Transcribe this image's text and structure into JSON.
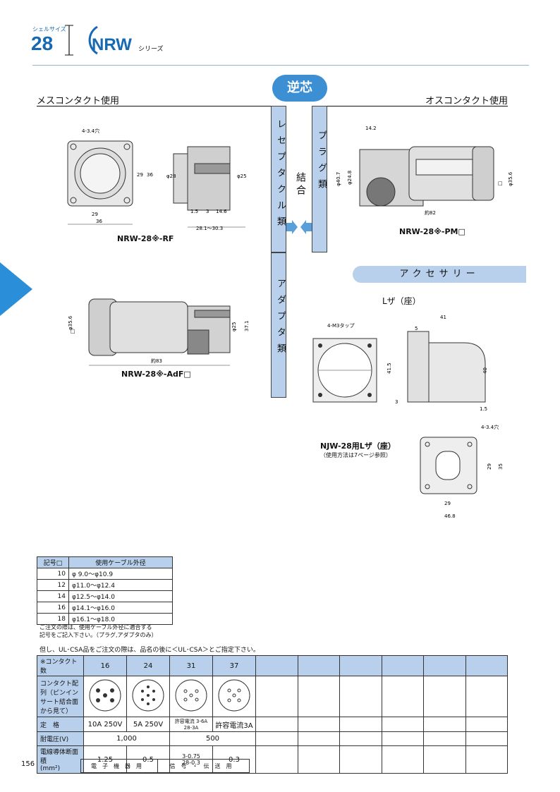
{
  "header": {
    "shell_label": "シェルサイズ",
    "shell_size": "28",
    "series_name": "NRW",
    "series_suffix": "シリーズ"
  },
  "pill_label": "逆芯",
  "section_left": "メスコンタクト使用",
  "section_right": "オスコンタクト使用",
  "vbar_receptacle": "レセプタクル類",
  "vbar_adapter": "アダプタ類",
  "vbar_plug": "プラグ類",
  "coupling": "結合",
  "accessory_title": "アクセサリー",
  "rf": {
    "title": "NRW-28※-RF",
    "dims": [
      "4-3.4穴",
      "29",
      "36",
      "29",
      "36",
      "φ28",
      "φ25",
      "1.5",
      "3",
      "14.6",
      "28.1～30.3"
    ]
  },
  "pm": {
    "title": "NRW-28※-PM□",
    "dims": [
      "14.2",
      "φ40.7",
      "φ24.8",
      "約82",
      "φ35.6",
      "□"
    ]
  },
  "adf": {
    "title": "NRW-28※-AdF□",
    "dims": [
      "φ35.6",
      "□",
      "φ25",
      "37.1",
      "約83"
    ]
  },
  "lza": {
    "title": "Lザ（座）",
    "dims": [
      "4-M3タップ",
      "41",
      "5",
      "41.5",
      "40",
      "3",
      "1.5"
    ]
  },
  "njw": {
    "title": "NJW-28用Lザ（座）",
    "note": "（使用方法は7ページ参照）",
    "dims": [
      "4-3.4穴",
      "29",
      "35",
      "29",
      "46.8"
    ]
  },
  "cable_table": {
    "headers": [
      "記号□",
      "使用ケーブル外径"
    ],
    "rows": [
      [
        "10",
        "φ 9.0～φ10.9"
      ],
      [
        "12",
        "φ11.0～φ12.4"
      ],
      [
        "14",
        "φ12.5～φ14.0"
      ],
      [
        "16",
        "φ14.1～φ16.0"
      ],
      [
        "18",
        "φ16.1～φ18.0"
      ]
    ]
  },
  "order_note_1": "ご注文の際は、使用ケーブル外径に適合する",
  "order_note_2": "記号をご記入下さい。（プラグ,アダプタのみ）",
  "ul_note": "但し、UL･CSA品をご注文の際は、品名の後に＜UL･CSA＞とご指定下さい。",
  "spec_table": {
    "contacts_label": "※コンタクト数",
    "contacts": [
      "16",
      "24",
      "31",
      "37"
    ],
    "layout_label": "コンタクト配列（ピンインサート結合面から見て）",
    "rating_label": "定　格",
    "ratings": [
      "10A 250V",
      "5A 250V",
      "許容電流",
      "3-6A",
      "28-3A",
      "許容電流3A"
    ],
    "voltage_label": "耐電圧(V)",
    "voltages": [
      "1,000",
      "500"
    ],
    "wire_label": "電線導体断面積",
    "wire_unit": "(mm²)",
    "wires": [
      "1.25",
      "0.5",
      "3-0.75",
      "28-0.3",
      "0.3"
    ]
  },
  "page_number": "156",
  "footer": [
    "電子機器用",
    "信号・伝送用"
  ],
  "colors": {
    "accent": "#1769b3",
    "light": "#b9d0ec",
    "tab": "#2a8fd8"
  }
}
